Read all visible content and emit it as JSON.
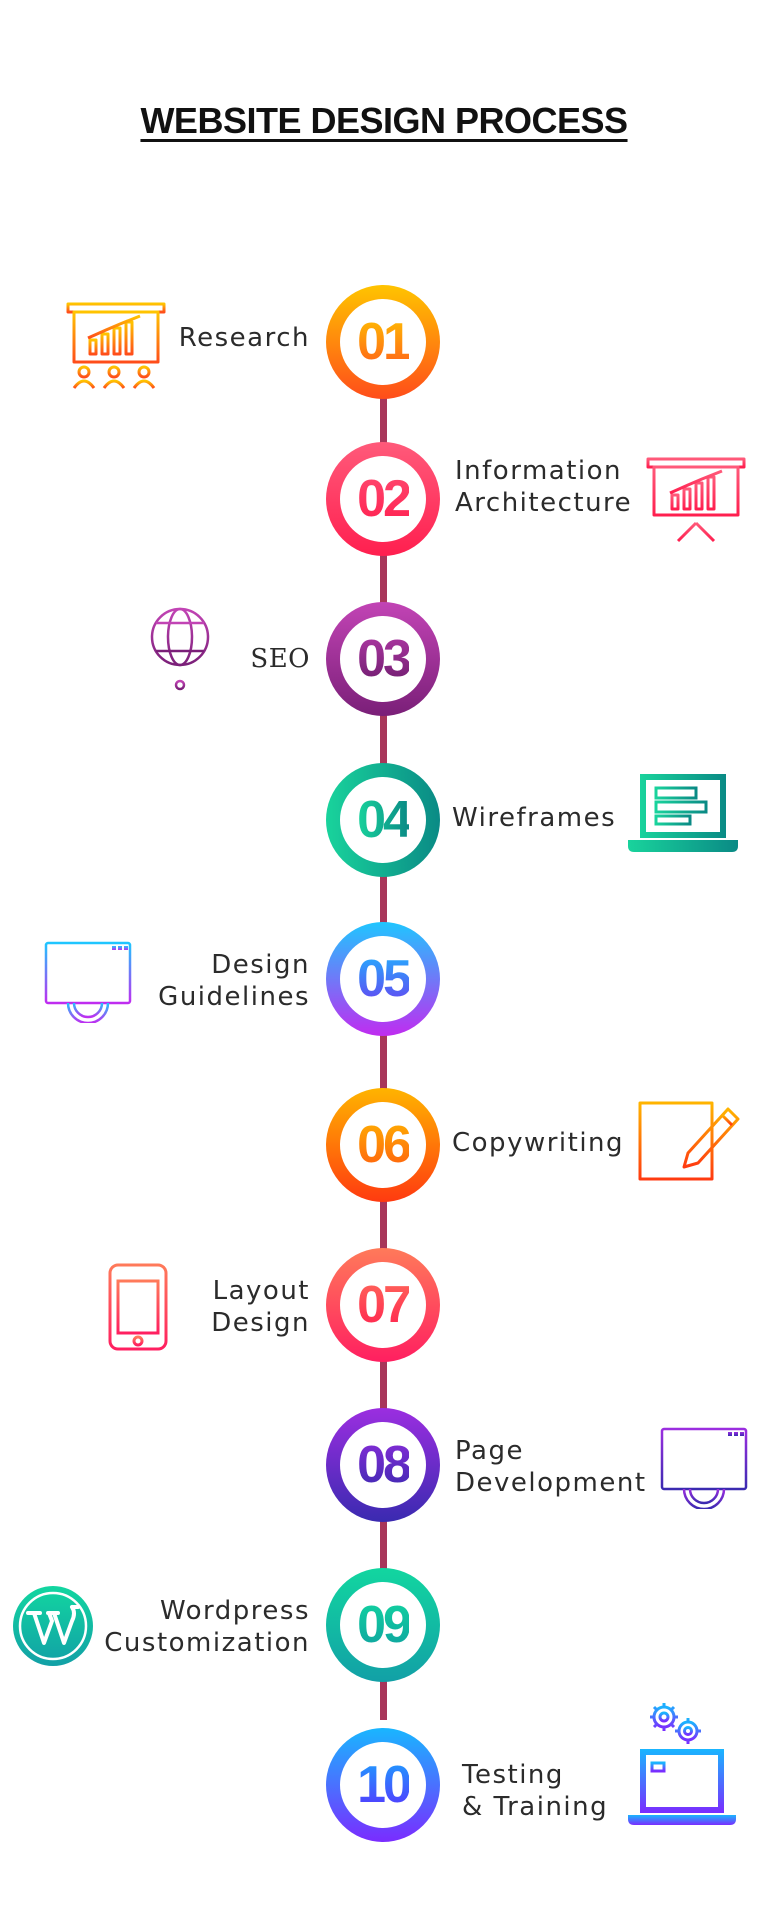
{
  "title": "WEBSITE DESIGN PROCESS",
  "steps": [
    {
      "num": "01",
      "line1": "Research",
      "line2": "",
      "side": "left",
      "icon": "presentation-audience-icon"
    },
    {
      "num": "02",
      "line1": "Information",
      "line2": "Architecture",
      "side": "right",
      "icon": "presentation-board-icon"
    },
    {
      "num": "03",
      "line1": "SEO",
      "line2": "",
      "side": "left",
      "icon": "globe-network-icon"
    },
    {
      "num": "04",
      "line1": "Wireframes",
      "line2": "",
      "side": "right",
      "icon": "laptop-wireframe-icon"
    },
    {
      "num": "05",
      "line1": "Design",
      "line2": "Guidelines",
      "side": "left",
      "icon": "browser-gear-icon"
    },
    {
      "num": "06",
      "line1": "Copywriting",
      "line2": "",
      "side": "right",
      "icon": "document-pen-icon"
    },
    {
      "num": "07",
      "line1": "Layout",
      "line2": "Design",
      "side": "left",
      "icon": "mobile-layout-icon"
    },
    {
      "num": "08",
      "line1": "Page",
      "line2": "Development",
      "side": "right",
      "icon": "browser-gear-icon"
    },
    {
      "num": "09",
      "line1": "Wordpress",
      "line2": "Customization",
      "side": "left",
      "icon": "wordpress-logo-icon"
    },
    {
      "num": "10",
      "line1": "Testing",
      "line2": "& Training",
      "side": "right",
      "icon": "laptop-gears-icon"
    }
  ],
  "colors": {
    "spine": "#a8365a",
    "step01": [
      "#ffc400",
      "#ff5a1a"
    ],
    "step02": [
      "#ff3b6e",
      "#ff1f4f"
    ],
    "step03": [
      "#b23aa7",
      "#7a1f78"
    ],
    "step04": [
      "#13c19a",
      "#0a8a85"
    ],
    "step05": [
      "#1fc6ff",
      "#c02cf0"
    ],
    "step06": [
      "#ffb400",
      "#ff4a10"
    ],
    "step07": [
      "#ff6a5a",
      "#ff1f4f"
    ],
    "step08": [
      "#8a2cd9",
      "#4a2ab0"
    ],
    "step09": [
      "#12d6a0",
      "#0f9fa0"
    ],
    "step10": [
      "#19b6ff",
      "#6a2cff"
    ]
  }
}
